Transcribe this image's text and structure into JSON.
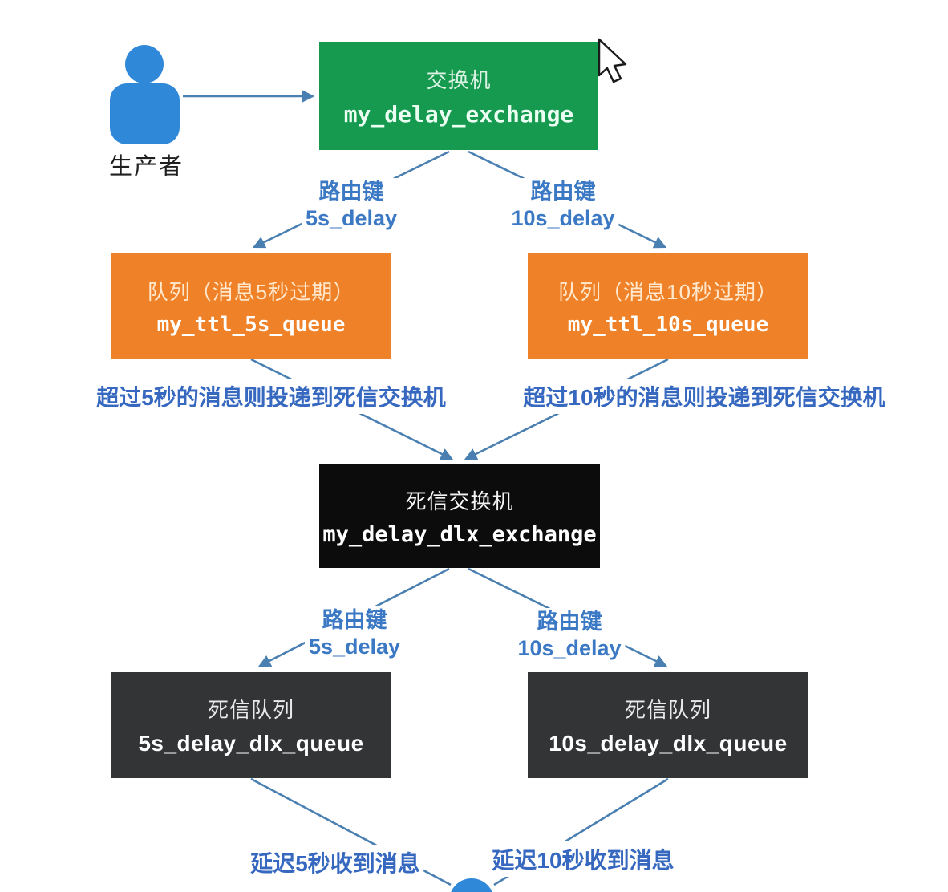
{
  "colors": {
    "exchange_green": "#169a50",
    "queue_orange": "#ef8228",
    "dlx_black": "#0c0c0c",
    "dlx_queue_gray": "#333436",
    "actor_blue": "#2f88d8",
    "line_blue": "#4a7fb2",
    "label_blue": "#3c79c4",
    "note_blue": "#3668c0",
    "producer_label_color": "#1f1f1f"
  },
  "producer": {
    "label": "生产者"
  },
  "exchange": {
    "title": "交换机",
    "name": "my_delay_exchange"
  },
  "routing_keys": {
    "top_left": {
      "label": "路由键",
      "key": "5s_delay"
    },
    "top_right": {
      "label": "路由键",
      "key": "10s_delay"
    },
    "bottom_left": {
      "label": "路由键",
      "key": "5s_delay"
    },
    "bottom_right": {
      "label": "路由键",
      "key": "10s_delay"
    }
  },
  "ttl_queues": {
    "left": {
      "title": "队列（消息5秒过期）",
      "name": "my_ttl_5s_queue"
    },
    "right": {
      "title": "队列（消息10秒过期）",
      "name": "my_ttl_10s_queue"
    }
  },
  "notes": {
    "left": "超过5秒的消息则投递到死信交换机",
    "right": "超过10秒的消息则投递到死信交换机"
  },
  "dlx_exchange": {
    "title": "死信交换机",
    "name": "my_delay_dlx_exchange"
  },
  "dlx_queues": {
    "left": {
      "title": "死信队列",
      "name": "5s_delay_dlx_queue"
    },
    "right": {
      "title": "死信队列",
      "name": "10s_delay_dlx_queue"
    }
  },
  "receive_notes": {
    "left": "延迟5秒收到消息",
    "right": "延迟10秒收到消息"
  }
}
